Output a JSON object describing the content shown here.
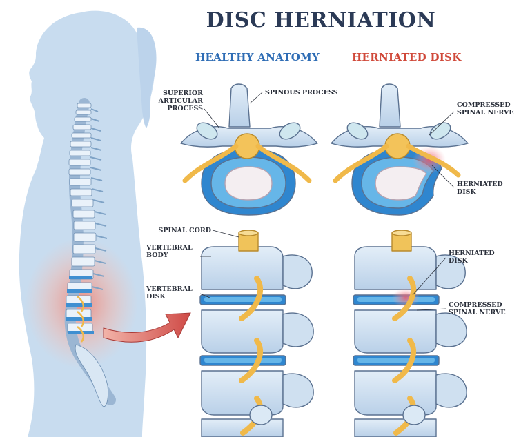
{
  "title": "DISC HERNIATION",
  "subtitles": {
    "healthy": "HEALTHY ANATOMY",
    "herniated": "HERNIATED DISK"
  },
  "labels": {
    "superior_articular_process": "SUPERIOR\nARTICULAR\nPROCESS",
    "spinous_process": "SPINOUS PROCESS",
    "compressed_nerve_top": "COMPRESSED\nSPINAL NERVE",
    "herniated_disk_top": "HERNIATED\nDISK",
    "spinal_cord": "SPINAL CORD",
    "vertebral_body": "VERTEBRAL\nBODY",
    "vertebral_disk": "VERTEBRAL\nDISK",
    "herniated_disk_side": "HERNIATED\nDISK",
    "compressed_nerve_side": "COMPRESSED\nSPINAL NERVE"
  },
  "colors": {
    "title": "#2b3a56",
    "healthy": "#2f6db5",
    "herniated": "#d0493a",
    "silhouette": "#c8dcef",
    "bone": "#d5e5f3",
    "disk": "#3e97d6",
    "nerve": "#f0b94a",
    "inflammation": "#ef8c7e",
    "arrow": "#cf4a46"
  }
}
